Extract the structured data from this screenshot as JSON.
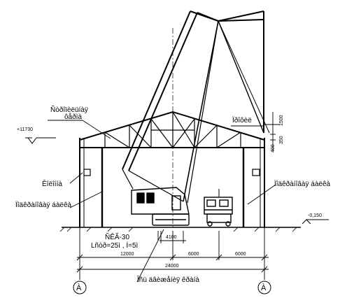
{
  "labels": {
    "roof_truss_1": "Ñòðîïèëüíàÿ",
    "roof_truss_2": "ôåðìà",
    "crane_label_1": "ÑÊÃ-30",
    "crane_label_2": "Lñòð=25ì , Í=5ì",
    "column_label": "Êîëîííà",
    "beam_label_left": "Ïîäêðàíîâàÿ áàëêà",
    "beam_label_right": "Ïîäêðàíîâàÿ áàëêà",
    "top_right_label": "Ïðîôèë",
    "bottom_label": "Îñü äâèæåíèÿ êðàíà"
  },
  "levels": {
    "top": "+11730",
    "ground": "-0,150"
  },
  "dimensions": {
    "span_left": "12000",
    "span_mid": "6000",
    "span_right": "6000",
    "total": "24000",
    "small_4100": "4100",
    "dim_1500": "1500",
    "dim_400": "400",
    "dim_350": "350"
  },
  "axes": {
    "left": "À",
    "right": "À"
  }
}
